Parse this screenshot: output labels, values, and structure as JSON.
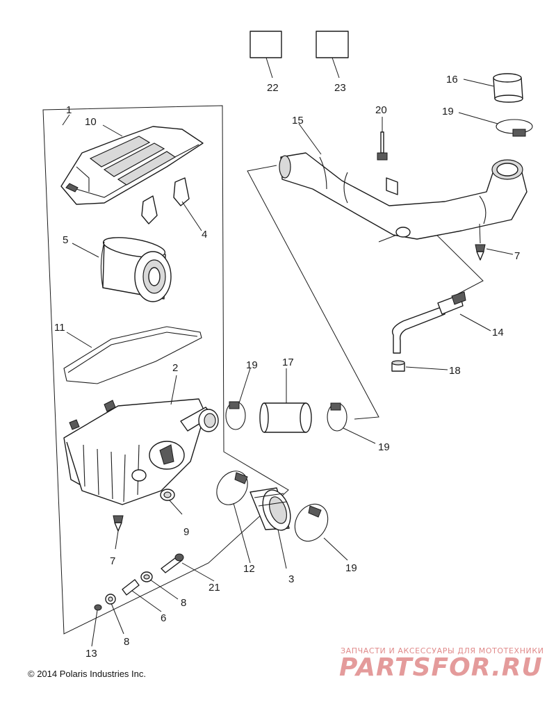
{
  "callouts": {
    "c1": "1",
    "c2": "2",
    "c3": "3",
    "c4": "4",
    "c5": "5",
    "c6": "6",
    "c7a": "7",
    "c7b": "7",
    "c8a": "8",
    "c8b": "8",
    "c9": "9",
    "c10": "10",
    "c11": "11",
    "c12": "12",
    "c13": "13",
    "c14": "14",
    "c15": "15",
    "c16": "16",
    "c17": "17",
    "c18": "18",
    "c19a": "19",
    "c19b": "19",
    "c19c": "19",
    "c19d": "19",
    "c20": "20",
    "c21": "21",
    "c22": "22",
    "c23": "23"
  },
  "footer": {
    "copyright": "© 2014 Polaris Industries Inc."
  },
  "watermark": {
    "tagline": "ЗАПЧАСТИ И АКСЕССУАРЫ ДЛЯ МОТОТЕХНИКИ",
    "brand": "PARTSFOR.RU"
  }
}
